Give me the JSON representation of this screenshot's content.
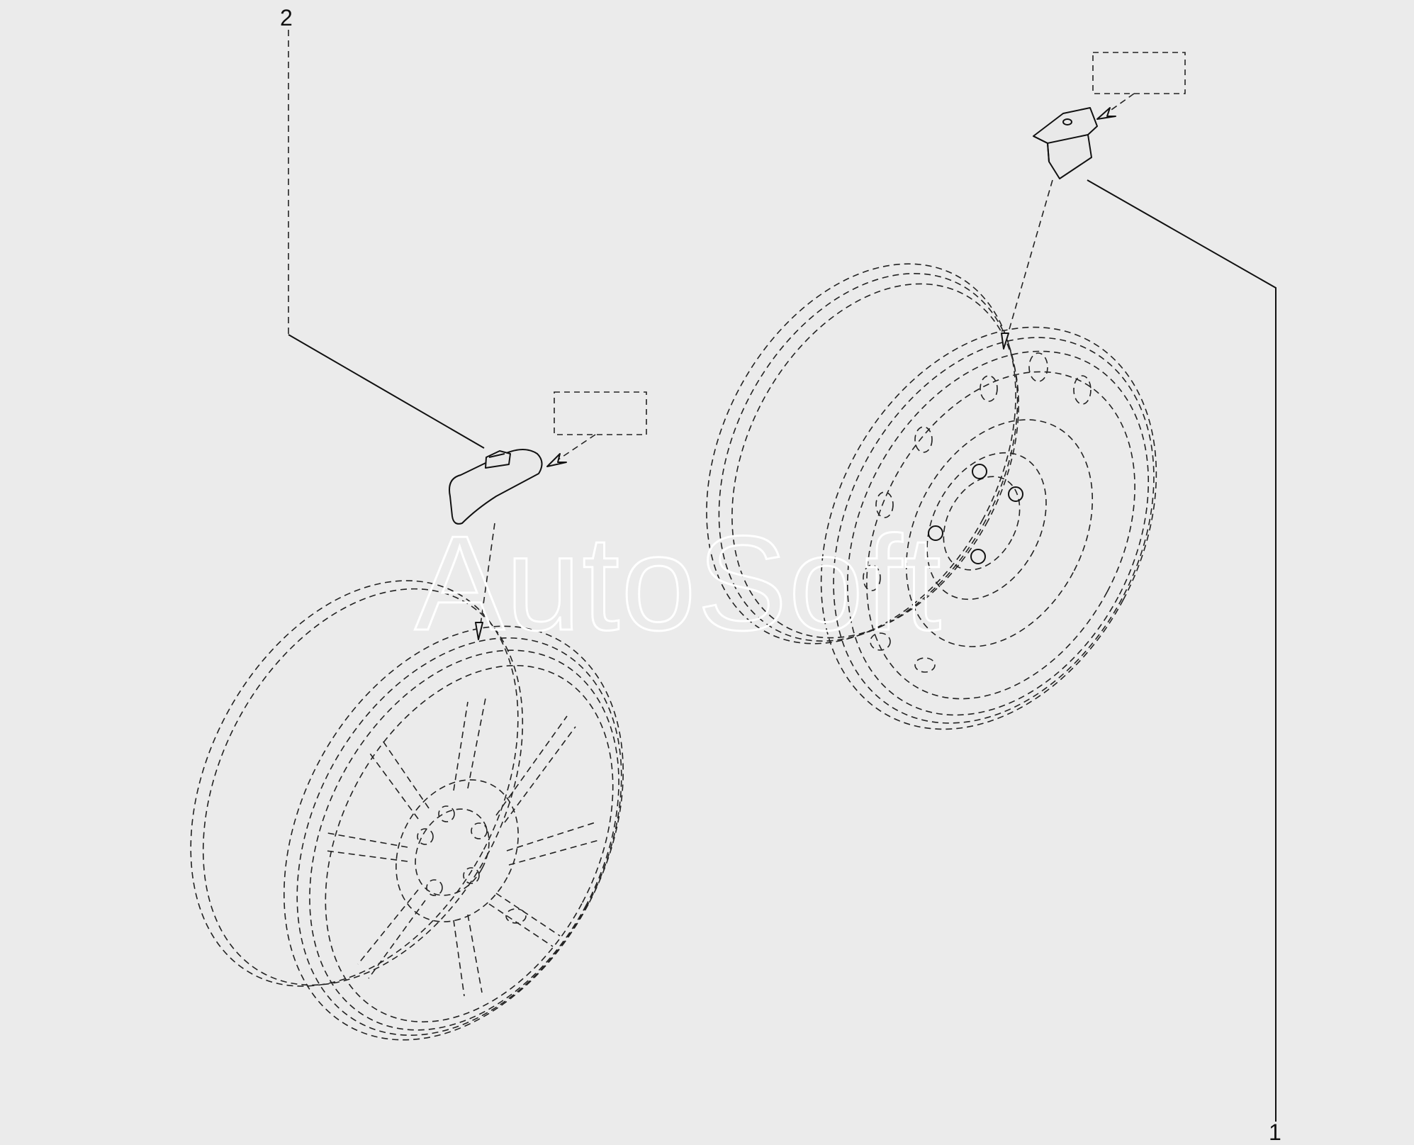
{
  "diagram": {
    "callouts": [
      {
        "id": "1",
        "label": "1"
      },
      {
        "id": "2",
        "label": "2"
      }
    ],
    "watermark": "AutoSoft",
    "parts": [
      {
        "callout": "1",
        "icon": "clip-on-wheel-weight-icon"
      },
      {
        "callout": "2",
        "icon": "adhesive-wheel-weight-icon"
      }
    ],
    "wheels": [
      {
        "icon": "spoked-alloy-wheel-icon"
      },
      {
        "icon": "steel-wheel-icon"
      }
    ],
    "colors": {
      "background": "#ebebeb",
      "line": "#111111"
    }
  }
}
